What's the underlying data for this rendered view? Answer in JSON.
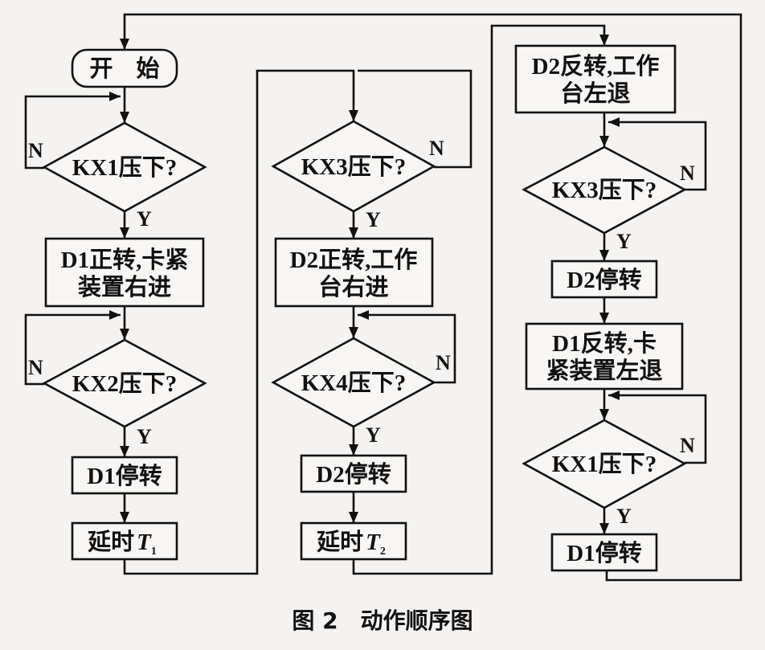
{
  "nodes": {
    "start": "开　始",
    "c1_kx1": "KX1压下?",
    "c1_d1fwd_l1": "D1正转,卡紧",
    "c1_d1fwd_l2": "装置右进",
    "c1_kx2": "KX2压下?",
    "c1_d1stop": "D1停转",
    "c1_delay_base": "延时",
    "c1_delay_var": "T",
    "c1_delay_sub": "1",
    "c2_kx3": "KX3压下?",
    "c2_d2fwd_l1": "D2正转,工作",
    "c2_d2fwd_l2": "台右进",
    "c2_kx4": "KX4压下?",
    "c2_d2stop": "D2停转",
    "c2_delay_base": "延时",
    "c2_delay_var": "T",
    "c2_delay_sub": "2",
    "c3_d2rev_l1": "D2反转,工作",
    "c3_d2rev_l2": "台左退",
    "c3_kx3": "KX3压下?",
    "c3_d2stop": "D2停转",
    "c3_d1rev_l1": "D1反转,卡",
    "c3_d1rev_l2": "紧装置左退",
    "c3_kx1": "KX1压下?",
    "c3_d1stop": "D1停转"
  },
  "labels": {
    "yes": "Y",
    "no": "N"
  },
  "caption": "图 2　动作顺序图"
}
